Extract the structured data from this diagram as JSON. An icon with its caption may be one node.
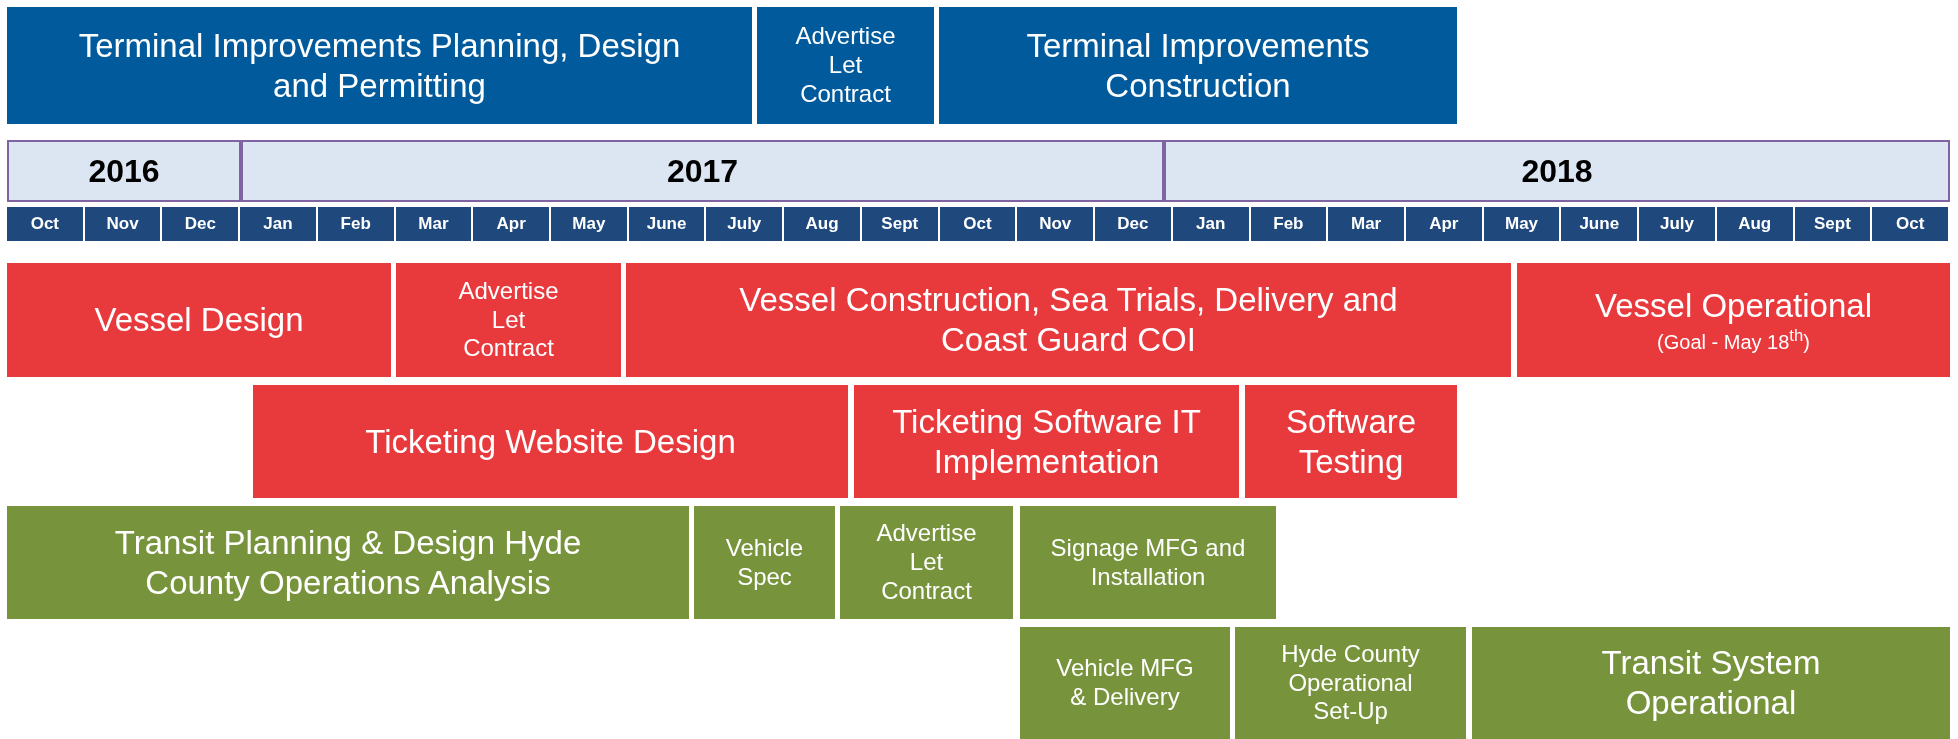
{
  "diagram": {
    "nodes": [
      {
        "text": [
          "Terminal Improvements Planning, Design and Permitting"
        ]
      },
      {
        "text": [
          "Advertise Let Contract"
        ]
      },
      {
        "text": [
          "Terminal Improvements Construction"
        ]
      },
      {
        "text": [
          "Vessel Design"
        ]
      },
      {
        "text": [
          "Advertise Let Contract"
        ]
      },
      {
        "text": [
          "Vessel Construction, Sea Trials, Delivery and Coast Guard COI"
        ]
      },
      {
        "text": [
          "Vessel Operational",
          "(Goal - May 18$^{th}$)"
        ]
      },
      {
        "text": [
          "Ticketing Website Design"
        ]
      },
      {
        "text": [
          "Ticketing Software IT Implementation"
        ]
      },
      {
        "text": [
          "Software Testing"
        ]
      },
      {
        "text": [
          "Transit Planning & Design Hyde County Operations Analysis"
        ]
      },
      {
        "text": [
          "Vehicle Spec"
        ]
      },
      {
        "text": [
          "Advertise Let Contract"
        ]
      },
      {
        "text": [
          "Signage MFG and Installation"
        ]
      },
      {
        "text": [
          "Vehicle MFG & Delivery"
        ]
      },
      {
        "text": [
          "Hyde County Operational Set-Up"
        ]
      },
      {
        "text": [
          "Transit System Operational"
        ]
      }
    ],
    "labels": [
      "2016",
      "2017",
      "2018",
      "Oct",
      "Nov",
      "Dec",
      "Jan",
      "Feb",
      "Mar",
      "Apr",
      "May",
      "June",
      "July",
      "Aug",
      "Sept",
      "Oct",
      "Nov",
      "Dec",
      "Jan",
      "Feb",
      "Mar",
      "Apr",
      "May",
      "June",
      "July",
      "Aug",
      "Sept",
      "Oct"
    ]
  }
}
